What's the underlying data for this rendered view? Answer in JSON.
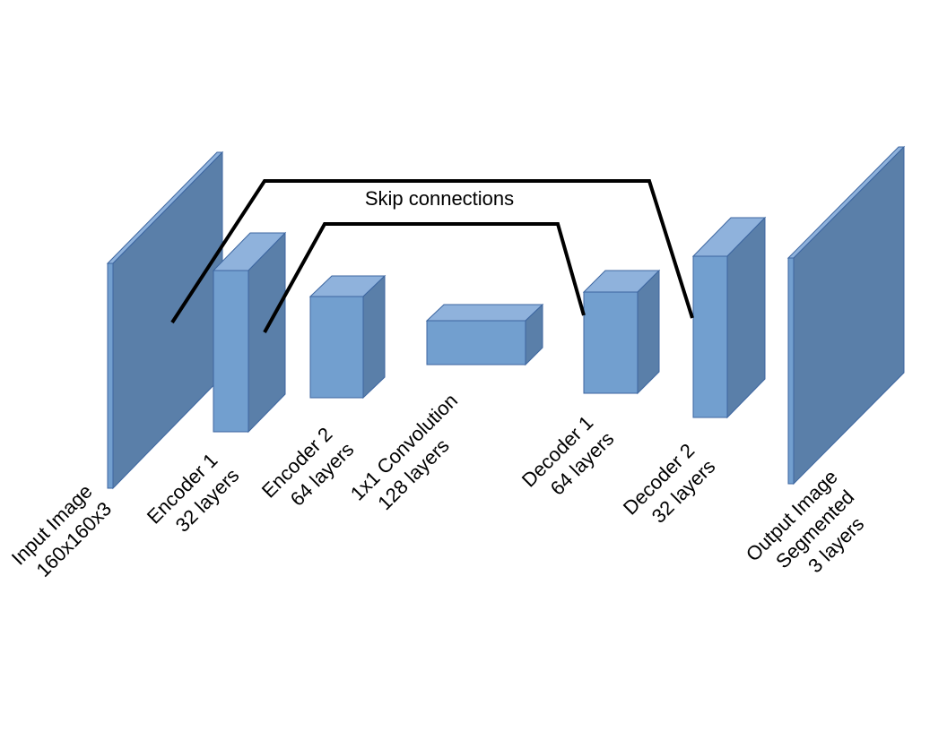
{
  "colors": {
    "front": "#729fcf",
    "top": "#8fb2dc",
    "side": "#5a7fa9",
    "stroke": "#3d66a0",
    "line": "#000000"
  },
  "skip_label": "Skip connections",
  "blocks": [
    {
      "id": "input-image",
      "line1": "Input Image",
      "line2": "160x160x3",
      "line3": ""
    },
    {
      "id": "encoder-1",
      "line1": "Encoder 1",
      "line2": "32 layers",
      "line3": ""
    },
    {
      "id": "encoder-2",
      "line1": "Encoder 2",
      "line2": "64 layers",
      "line3": ""
    },
    {
      "id": "conv-1x1",
      "line1": "1x1 Convolution",
      "line2": "128 layers",
      "line3": ""
    },
    {
      "id": "decoder-1",
      "line1": "Decoder 1",
      "line2": "64 layers",
      "line3": ""
    },
    {
      "id": "decoder-2",
      "line1": "Decoder 2",
      "line2": "32 layers",
      "line3": ""
    },
    {
      "id": "output-image",
      "line1": "Output Image",
      "line2": "Segmented",
      "line3": "3 layers"
    }
  ]
}
